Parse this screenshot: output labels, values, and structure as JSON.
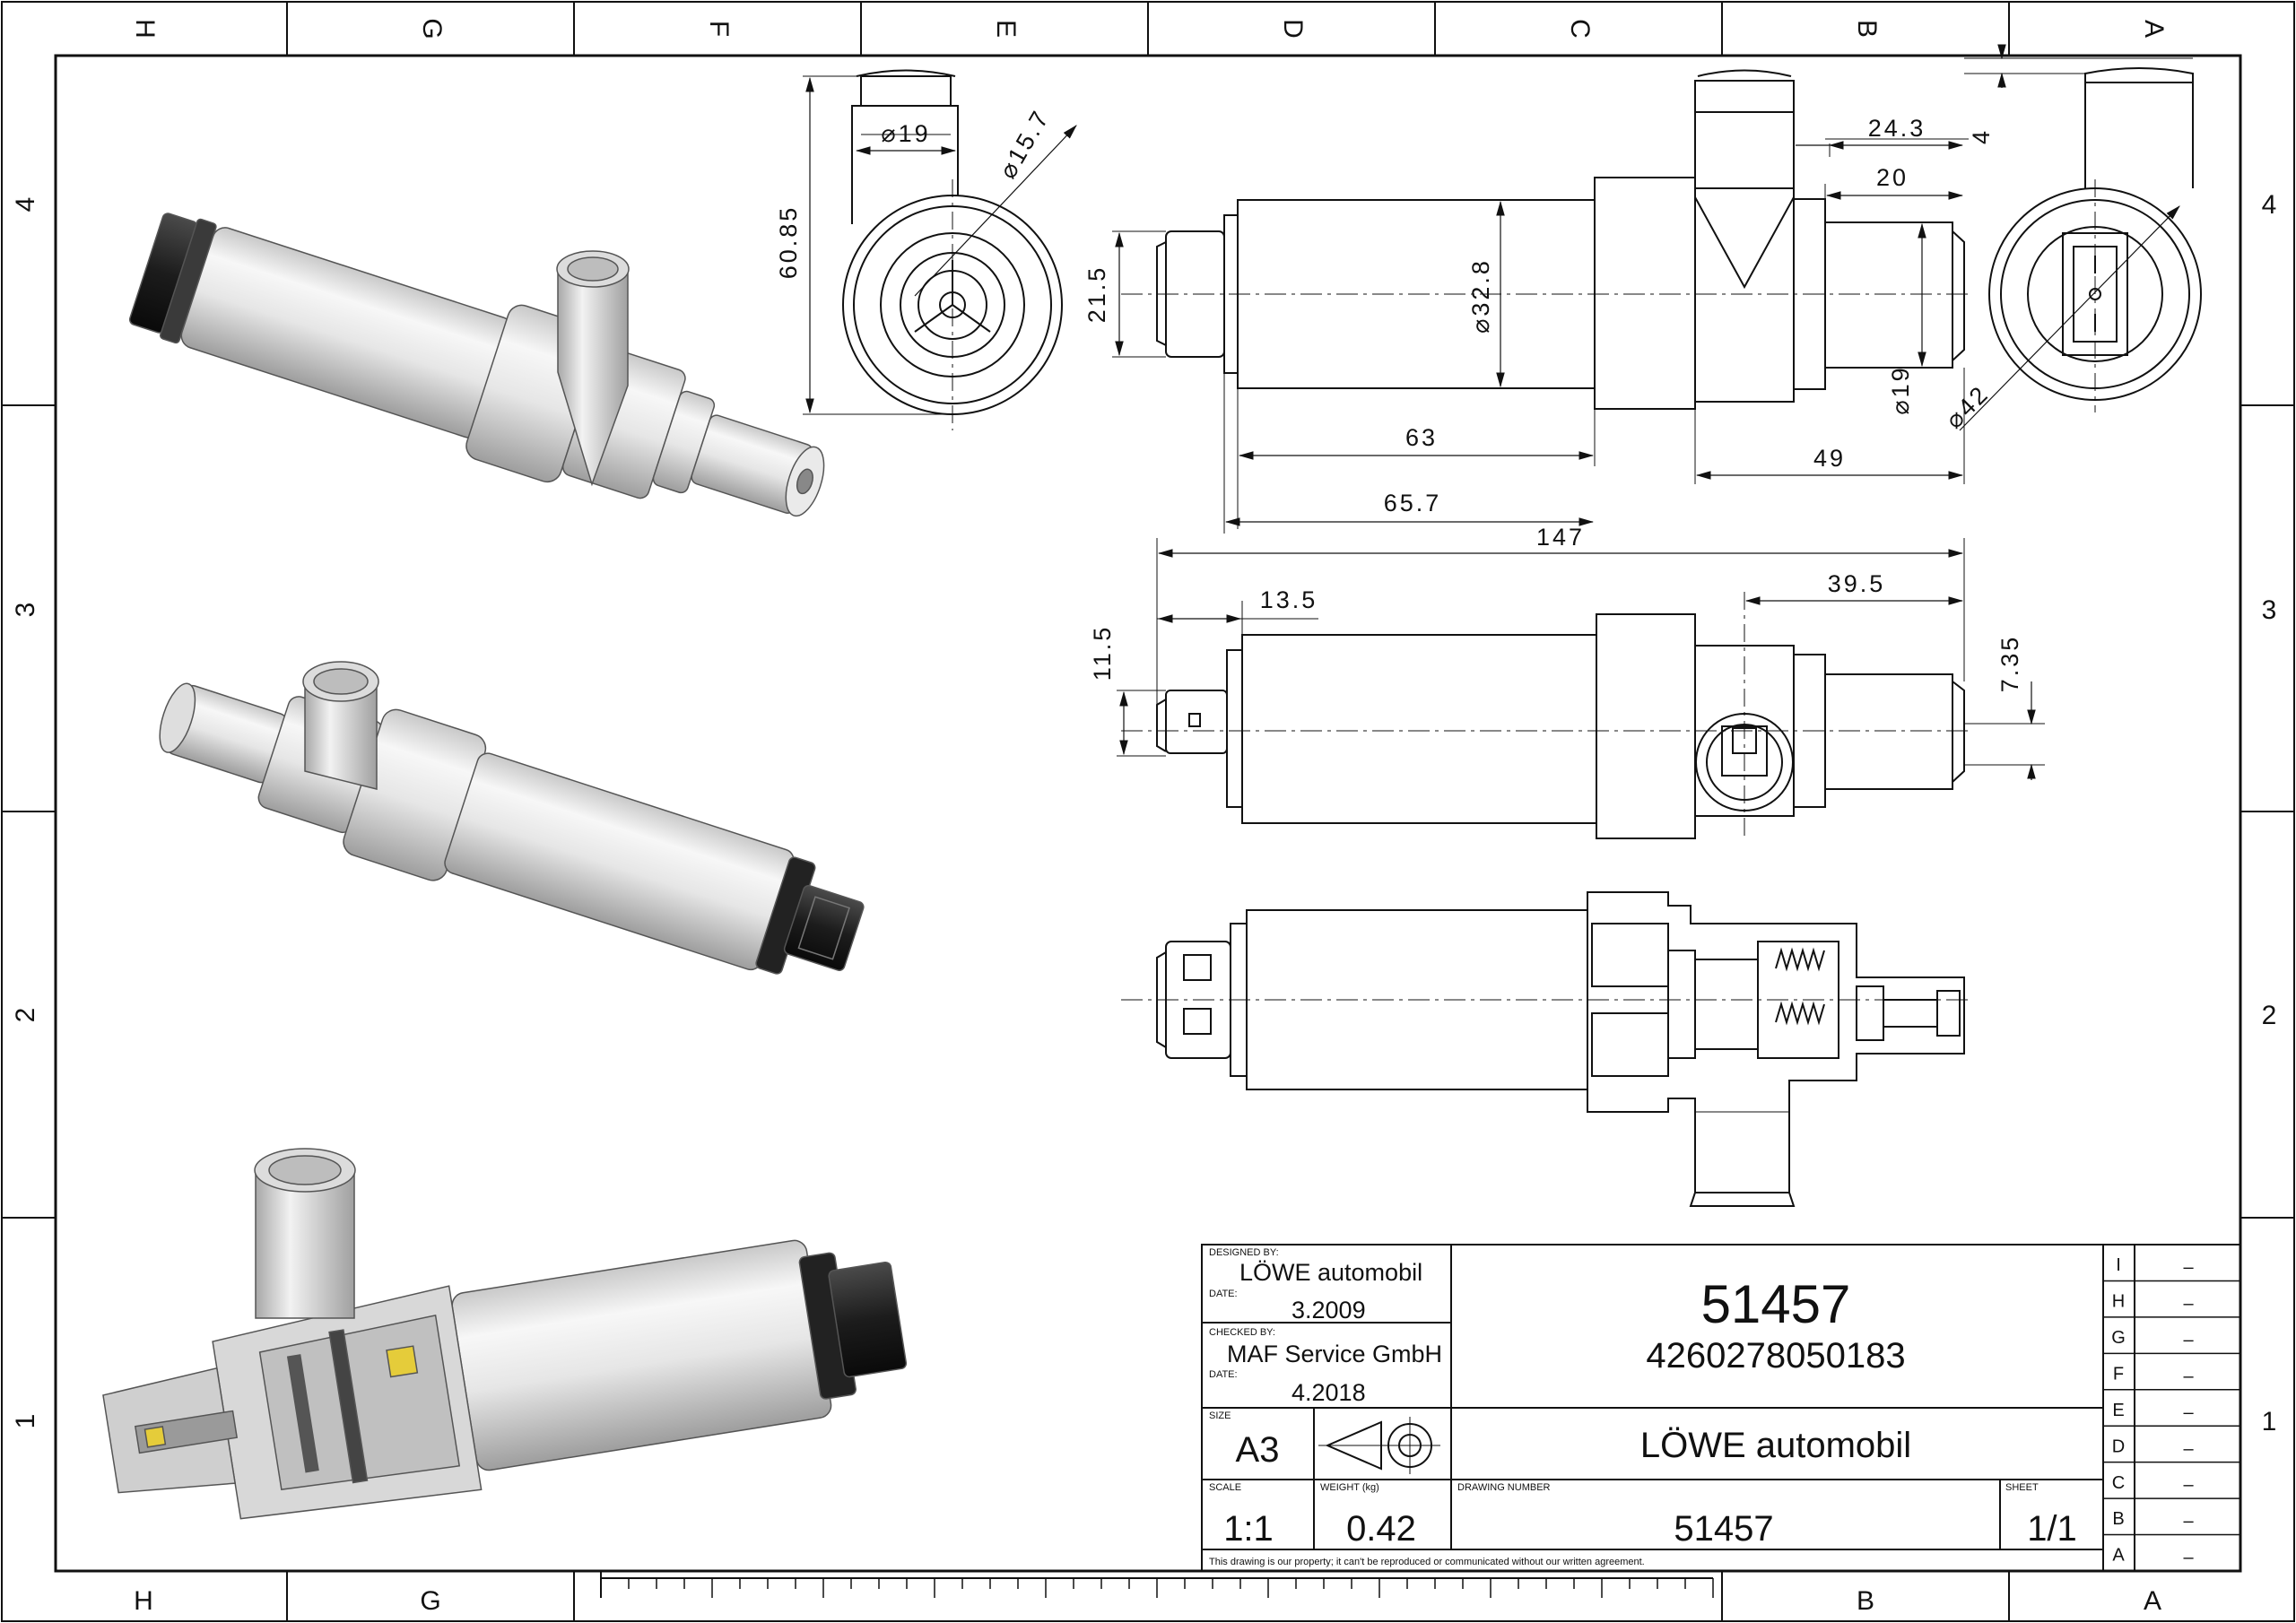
{
  "zones": {
    "columns_top": [
      "H",
      "G",
      "F",
      "E",
      "D",
      "C",
      "B",
      "A"
    ],
    "columns_bottom": [
      "H",
      "G",
      "B",
      "A"
    ],
    "rows": [
      "4",
      "3",
      "2",
      "1"
    ]
  },
  "dimensions": {
    "d19_front": "⌀19",
    "d15_7": "⌀15.7",
    "h60_85": "60.85",
    "l24_3": "24.3",
    "l20": "20",
    "l4": "4",
    "h21_5": "21.5",
    "d32_8": "⌀32.8",
    "d19_side": "⌀19",
    "d42": "⌀42",
    "l63": "63",
    "l49": "49",
    "l65_7": "65.7",
    "l147": "147",
    "l13_5": "13.5",
    "l39_5": "39.5",
    "h11_5": "11.5",
    "h7_35": "7.35"
  },
  "title_block": {
    "designed_by_label": "DESIGNED BY:",
    "designed_by": "LÖWE automobil",
    "date1_label": "DATE:",
    "date1": "3.2009",
    "checked_by_label": "CHECKED BY:",
    "checked_by": "MAF Service GmbH",
    "date2_label": "DATE:",
    "date2": "4.2018",
    "part_number": "51457",
    "ean": "4260278050183",
    "company": "LÖWE automobil",
    "size_label": "SIZE",
    "size": "A3",
    "scale_label": "SCALE",
    "scale": "1:1",
    "weight_label": "WEIGHT (kg)",
    "weight": "0.42",
    "drawing_number_label": "DRAWING NUMBER",
    "drawing_number": "51457",
    "sheet_label": "SHEET",
    "sheet": "1/1",
    "disclaimer": "This drawing is our property; it can't be reproduced or communicated without our written agreement.",
    "revisions": [
      {
        "letter": "I",
        "value": "–"
      },
      {
        "letter": "H",
        "value": "–"
      },
      {
        "letter": "G",
        "value": "–"
      },
      {
        "letter": "F",
        "value": "–"
      },
      {
        "letter": "E",
        "value": "–"
      },
      {
        "letter": "D",
        "value": "–"
      },
      {
        "letter": "C",
        "value": "–"
      },
      {
        "letter": "B",
        "value": "–"
      },
      {
        "letter": "A",
        "value": "–"
      }
    ]
  }
}
